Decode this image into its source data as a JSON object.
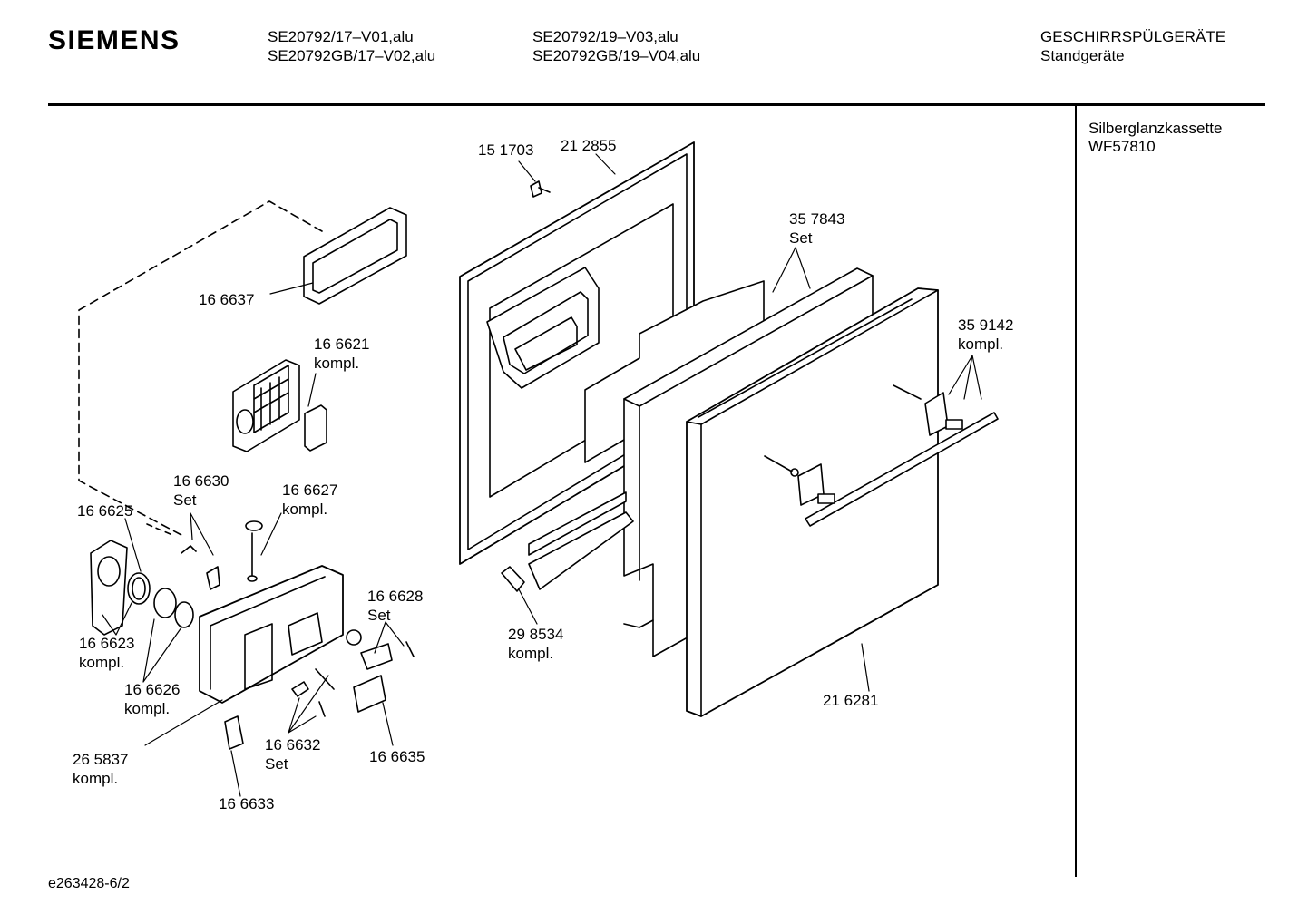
{
  "header": {
    "brand": "SIEMENS",
    "models_col1": [
      "SE20792/17–V01,alu",
      "SE20792GB/17–V02,alu"
    ],
    "models_col2": [
      "SE20792/19–V03,alu",
      "SE20792GB/19–V04,alu"
    ],
    "category": [
      "GESCHIRRSPÜLGERÄTE",
      "Standgeräte"
    ]
  },
  "sidebar": {
    "lines": [
      "Silberglanzkassette",
      "WF57810"
    ]
  },
  "parts": [
    {
      "id": "151703",
      "lines": [
        "15 1703"
      ]
    },
    {
      "id": "212855",
      "lines": [
        "21 2855"
      ]
    },
    {
      "id": "357843",
      "lines": [
        "35 7843",
        "Set"
      ]
    },
    {
      "id": "166637",
      "lines": [
        "16 6637"
      ]
    },
    {
      "id": "166621",
      "lines": [
        "16 6621",
        "kompl."
      ]
    },
    {
      "id": "359142",
      "lines": [
        "35 9142",
        "kompl."
      ]
    },
    {
      "id": "166630",
      "lines": [
        "16 6630",
        "Set"
      ]
    },
    {
      "id": "166627",
      "lines": [
        "16 6627",
        "kompl."
      ]
    },
    {
      "id": "166625",
      "lines": [
        "16 6625"
      ]
    },
    {
      "id": "166628",
      "lines": [
        "16 6628",
        "Set"
      ]
    },
    {
      "id": "298534",
      "lines": [
        "29 8534",
        "kompl."
      ]
    },
    {
      "id": "166623",
      "lines": [
        "16 6623",
        "kompl."
      ]
    },
    {
      "id": "166626",
      "lines": [
        "16 6626",
        "kompl."
      ]
    },
    {
      "id": "216281",
      "lines": [
        "21 6281"
      ]
    },
    {
      "id": "265837",
      "lines": [
        "26 5837",
        "kompl."
      ]
    },
    {
      "id": "166632",
      "lines": [
        "16 6632",
        "Set"
      ]
    },
    {
      "id": "166635",
      "lines": [
        "16 6635"
      ]
    },
    {
      "id": "166633",
      "lines": [
        "16 6633"
      ]
    }
  ],
  "footer": {
    "code": "e263428-6/2"
  }
}
